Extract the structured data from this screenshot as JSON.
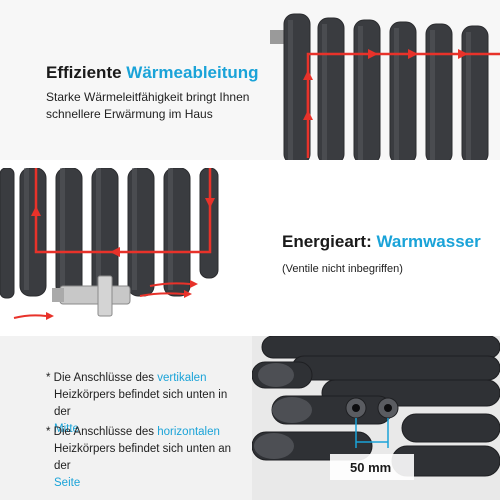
{
  "section1": {
    "title_plain": "Effiziente",
    "title_accent": "Wärmeableitung",
    "description_line1": "Starke Wärmeleitfähigkeit bringt Ihnen",
    "description_line2": "schnellere Erwärmung im Haus"
  },
  "section2": {
    "title_plain": "Energieart:",
    "title_accent": "Warmwasser",
    "note": "(Ventile nicht inbegriffen)"
  },
  "section3": {
    "note1_prefix": "* Die Anschlüsse des",
    "note1_highlight": "vertikalen",
    "note1_line2": "Heizkörpers befindet sich unten in der",
    "note1_end": "Mitte",
    "note2_prefix": "* Die Anschlüsse des",
    "note2_highlight": "horizontalen",
    "note2_line2": "Heizkörpers befindet sich unten an der",
    "note2_end": "Seite",
    "dimension_label": "50 mm"
  },
  "colors": {
    "accent": "#1aa3d8",
    "radiator": "#3a3c40",
    "flow_arrow": "#e8322a"
  }
}
